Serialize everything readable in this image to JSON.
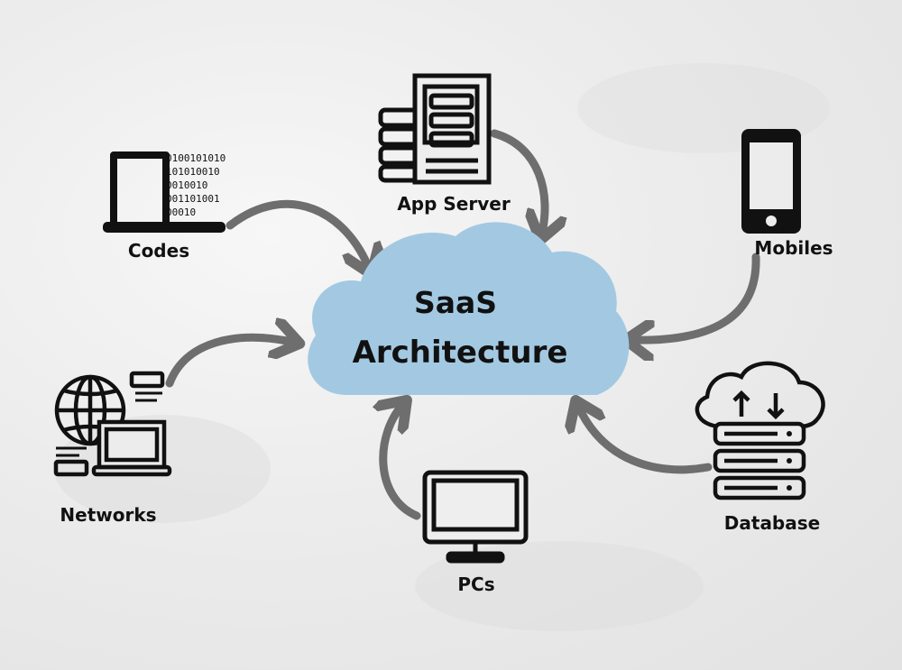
{
  "center": {
    "line1": "SaaS",
    "line2": "Architecture"
  },
  "nodes": {
    "codes": {
      "label": "Codes",
      "binary": [
        "0100101010",
        "101010010",
        "0010010",
        "001101001",
        "00010"
      ]
    },
    "app_server": {
      "label": "App Server"
    },
    "mobiles": {
      "label": "Mobiles"
    },
    "networks": {
      "label": "Networks"
    },
    "pcs": {
      "label": "PCs"
    },
    "database": {
      "label": "Database"
    }
  },
  "colors": {
    "cloud": "#a3c9e2",
    "arrow": "#6e6e6e",
    "ink": "#111111"
  },
  "icons": [
    "laptop-icon",
    "server-icon",
    "smartphone-icon",
    "globe-network-icon",
    "monitor-icon",
    "cloud-database-icon"
  ]
}
